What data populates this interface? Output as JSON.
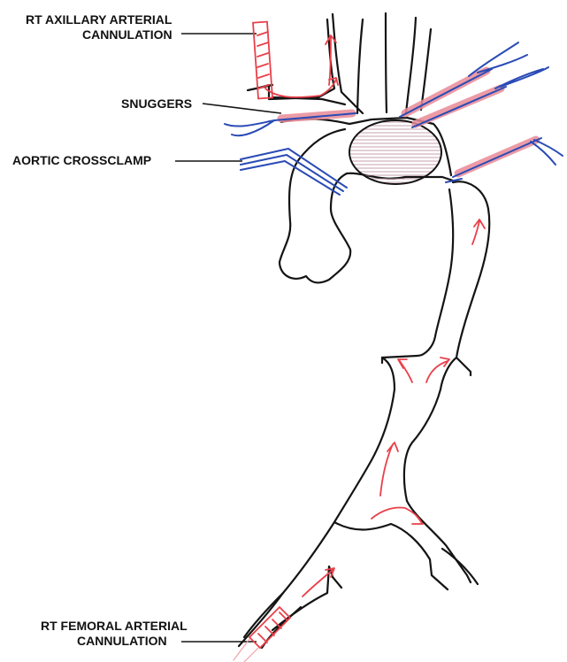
{
  "labels": {
    "axillary_line1": "RT AXILLARY ARTERIAL",
    "axillary_line2": "CANNULATION",
    "snuggers": "SNUGGERS",
    "crossclamp": "AORTIC CROSSCLAMP",
    "femoral_line1": "RT FEMORAL ARTERIAL",
    "femoral_line2": "CANNULATION"
  },
  "colors": {
    "vessel_outline": "#141414",
    "flow_arrow": "#e8404a",
    "snugger_tape": "#e98a96",
    "snugger_tie": "#2a4bb5",
    "clamp": "#2a4bb5",
    "aneurysm_hatch": "#b98a9a"
  },
  "icons": [
    "flow-arrow",
    "cannula",
    "snugger",
    "crossclamp",
    "aneurysm"
  ]
}
